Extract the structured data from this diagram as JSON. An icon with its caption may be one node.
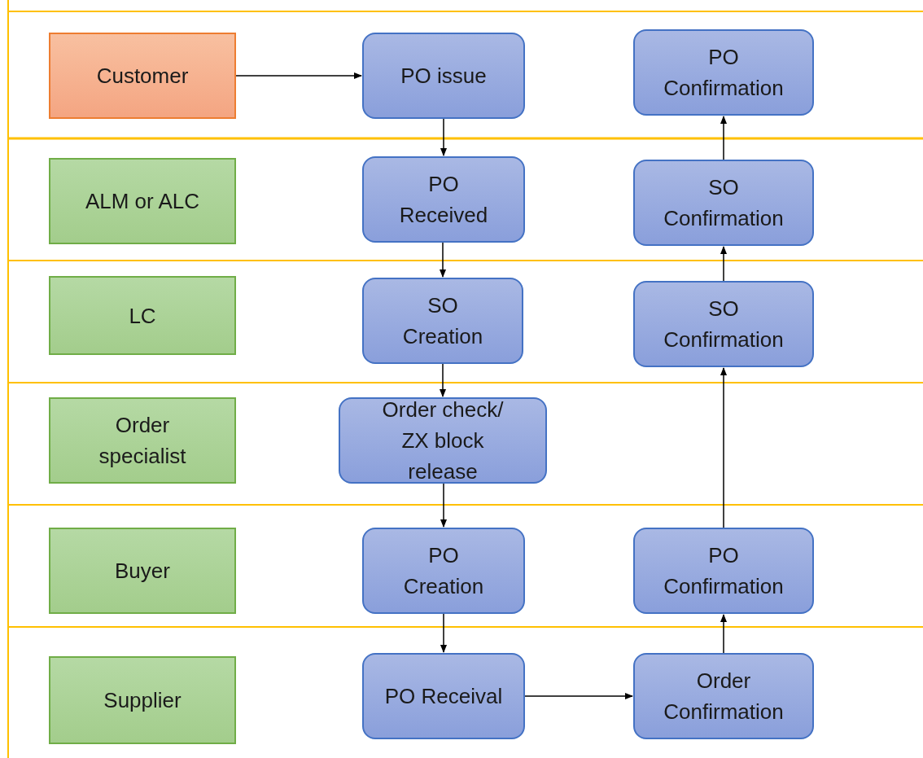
{
  "diagram": {
    "nodes": [
      {
        "text": [
          "Customer"
        ]
      },
      {
        "text": [
          "PO issue"
        ]
      },
      {
        "text": [
          "PO Confirmation"
        ]
      },
      {
        "text": [
          "ALM or ALC"
        ]
      },
      {
        "text": [
          "PO Received"
        ]
      },
      {
        "text": [
          "SO Confirmation"
        ]
      },
      {
        "text": [
          "LC"
        ]
      },
      {
        "text": [
          "SO Creation"
        ]
      },
      {
        "text": [
          "SO Confirmation"
        ]
      },
      {
        "text": [
          "Order specialist"
        ]
      },
      {
        "text": [
          "Order check/ ZX block release"
        ]
      },
      {
        "text": [
          "Buyer"
        ]
      },
      {
        "text": [
          "PO Creation"
        ]
      },
      {
        "text": [
          "PO Confirmation"
        ]
      },
      {
        "text": [
          "Supplier"
        ]
      },
      {
        "text": [
          "PO Receival"
        ]
      },
      {
        "text": [
          "Order Confirmation"
        ]
      }
    ],
    "edges": [
      {
        "from": 0,
        "to": 1,
        "arrow": "to"
      },
      {
        "from": 1,
        "to": 4,
        "arrow": "to"
      },
      {
        "from": 4,
        "to": 7,
        "arrow": "to"
      },
      {
        "from": 7,
        "to": 10,
        "arrow": "to"
      },
      {
        "from": 10,
        "to": 12,
        "arrow": "to"
      },
      {
        "from": 12,
        "to": 15,
        "arrow": "to"
      },
      {
        "from": 15,
        "to": 16,
        "arrow": "to"
      },
      {
        "from": 16,
        "to": 13,
        "arrow": "to"
      },
      {
        "from": 13,
        "to": 8,
        "arrow": "to"
      },
      {
        "from": 8,
        "to": 5,
        "arrow": "to"
      },
      {
        "from": 5,
        "to": 2,
        "arrow": "to"
      }
    ]
  }
}
